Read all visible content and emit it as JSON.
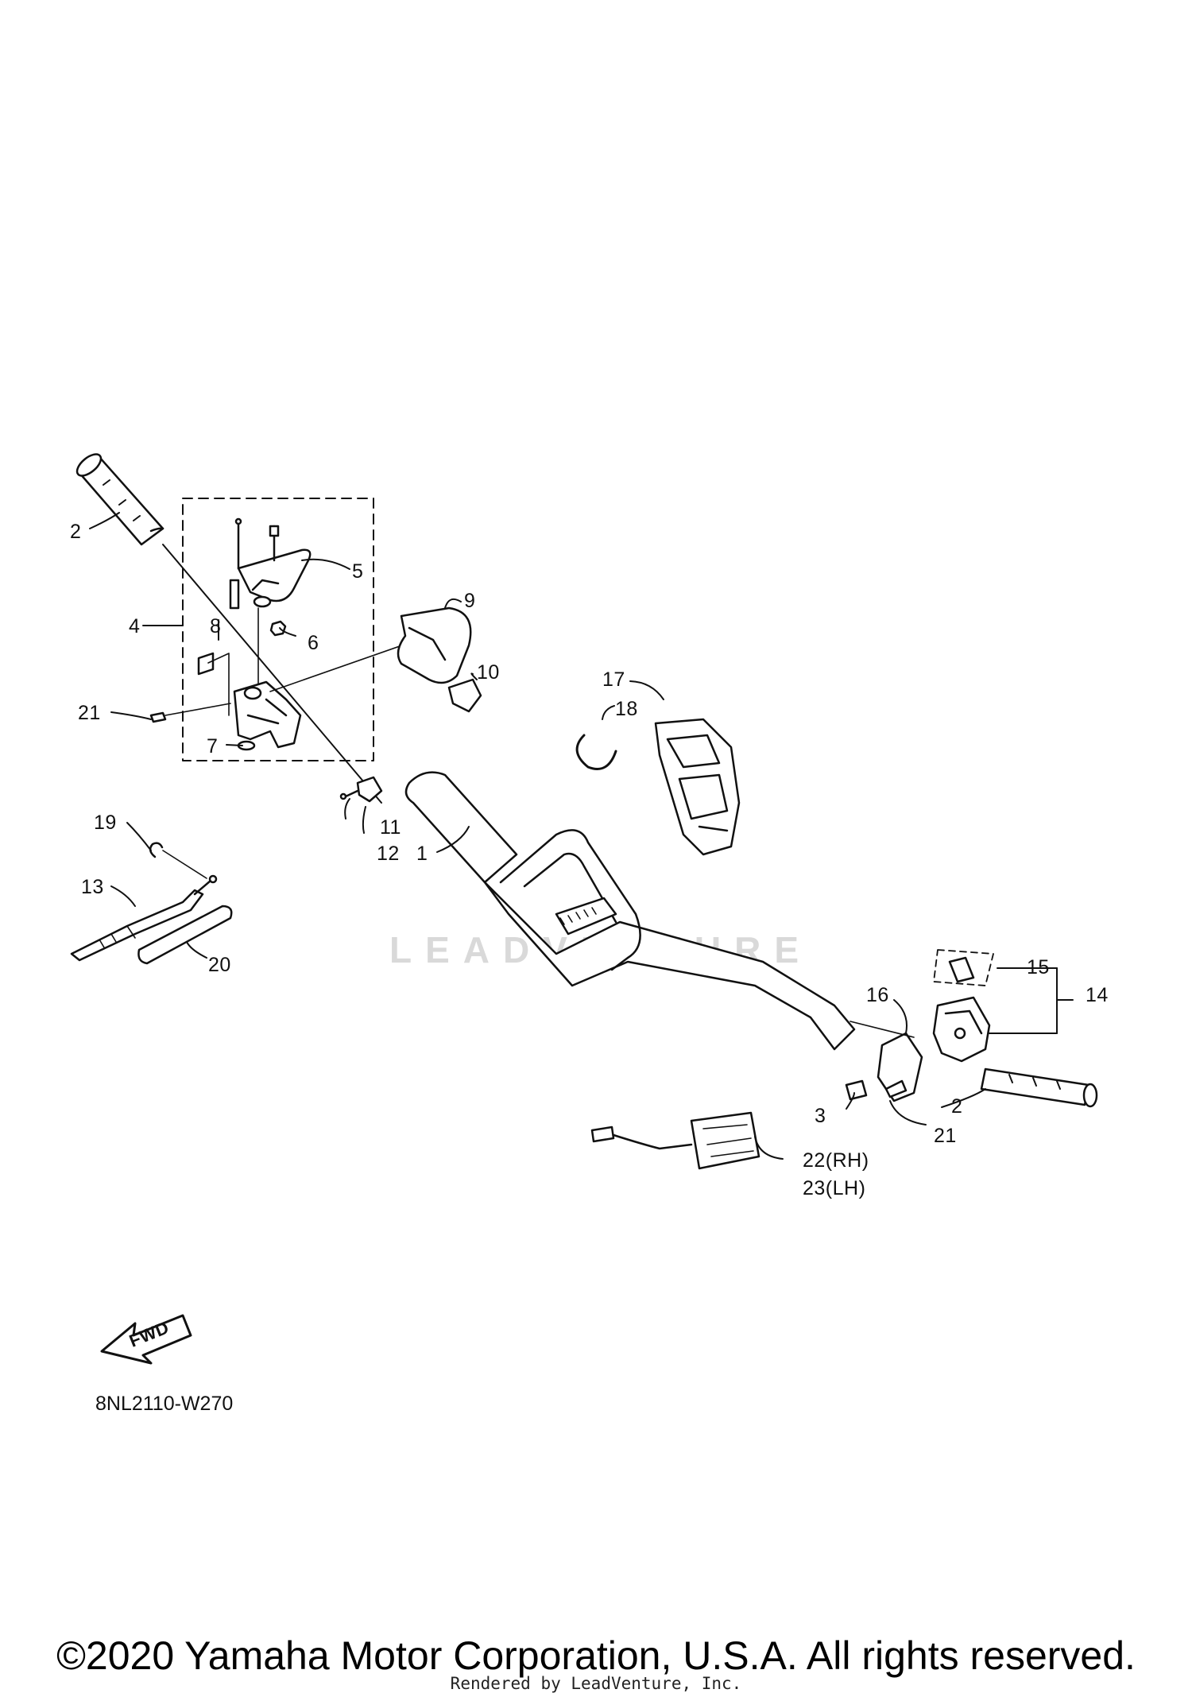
{
  "labels": {
    "p1": "1",
    "p2a": "2",
    "p2b": "2",
    "p3": "3",
    "p4": "4",
    "p5": "5",
    "p6": "6",
    "p7": "7",
    "p8": "8",
    "p9": "9",
    "p10": "10",
    "p11": "11",
    "p12": "12",
    "p13": "13",
    "p14": "14",
    "p15": "15",
    "p16": "16",
    "p17": "17",
    "p18": "18",
    "p19": "19",
    "p20": "20",
    "p21a": "21",
    "p21b": "21",
    "p22": "22(RH)",
    "p23": "23(LH)"
  },
  "fwd_text": "FWD",
  "diagram_code": "8NL2110-W270",
  "watermark_text": "LEADVENTURE",
  "copyright": "©2020 Yamaha Motor Corporation, U.S.A. All rights reserved.",
  "rendered_by": "Rendered by LeadVenture, Inc.",
  "colors": {
    "line": "#111111",
    "watermark": "#d9d9d9",
    "background": "#ffffff"
  }
}
